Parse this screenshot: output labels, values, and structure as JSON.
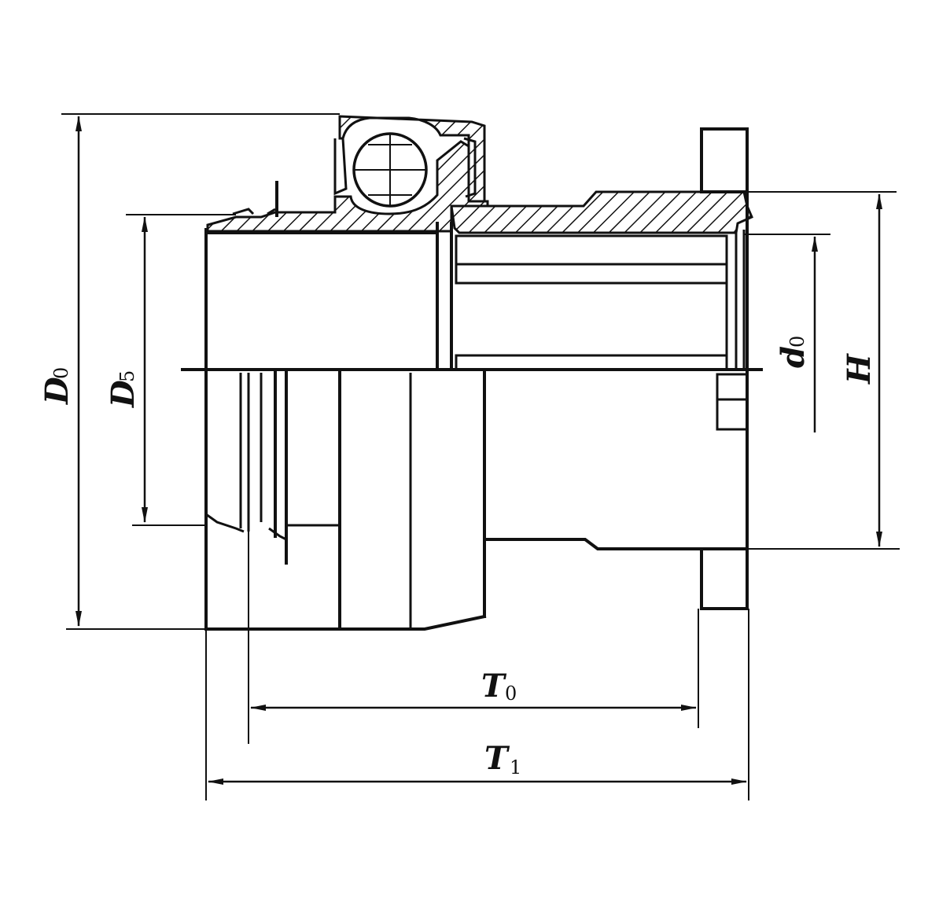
{
  "colors": {
    "line": "#111111",
    "background": "#ffffff"
  },
  "dimensions": {
    "D0": {
      "main": "D",
      "sub": "0"
    },
    "D5": {
      "main": "D",
      "sub": "5"
    },
    "d0": {
      "main": "d",
      "sub": "0"
    },
    "H": {
      "main": "H"
    },
    "T0": {
      "main": "T",
      "sub": "0"
    },
    "T1": {
      "main": "T",
      "sub": "1"
    }
  }
}
